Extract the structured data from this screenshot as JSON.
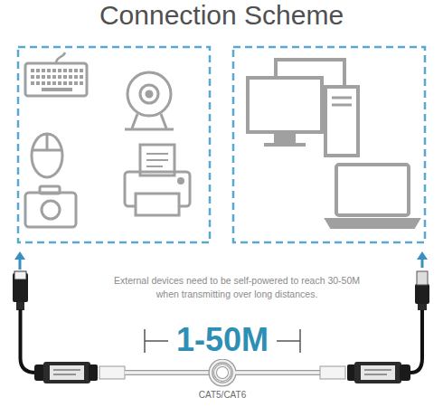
{
  "diagram": {
    "title": "Connection Scheme",
    "labels": [
      "External devices need to be self-powered to reach 30-50M when transmitting over long distances.",
      "1-50M",
      "CAT5/CAT6"
    ]
  }
}
